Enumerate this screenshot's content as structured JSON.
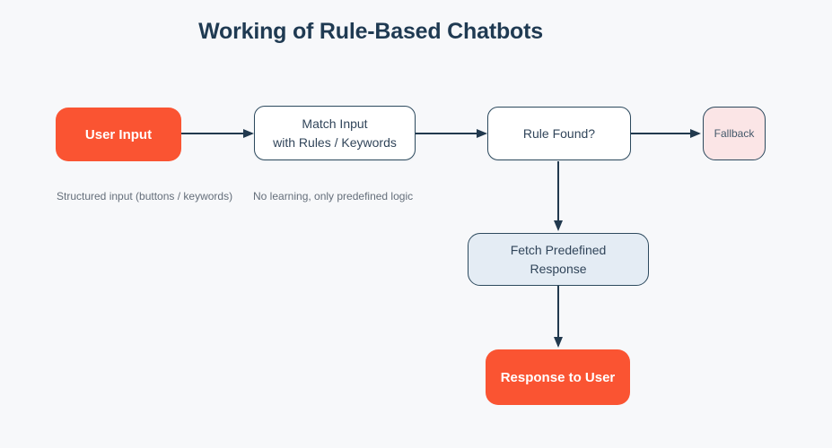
{
  "title": "Working of Rule-Based Chatbots",
  "nodes": {
    "user_input": {
      "label": "User Input"
    },
    "match_input": {
      "line1": "Match Input",
      "line2": "with Rules / Keywords"
    },
    "rule_found": {
      "label": "Rule Found?"
    },
    "fallback": {
      "label": "Fallback"
    },
    "fetch_response": {
      "line1": "Fetch Predefined",
      "line2": "Response"
    },
    "response_user": {
      "label": "Response to User"
    }
  },
  "annotations": {
    "input_note": "Structured input (buttons / keywords)",
    "logic_note": "No learning, only predefined logic"
  },
  "edges": [
    {
      "from": "user_input",
      "to": "match_input"
    },
    {
      "from": "match_input",
      "to": "rule_found"
    },
    {
      "from": "rule_found",
      "to": "fallback"
    },
    {
      "from": "rule_found",
      "to": "fetch_response"
    },
    {
      "from": "fetch_response",
      "to": "response_user"
    }
  ],
  "colors": {
    "background": "#f7f8fa",
    "title_text": "#1f3a52",
    "accent_orange": "#fa5432",
    "fallback_pink": "#fbe5e6",
    "fetch_blue": "#e4ecf4",
    "node_border": "#2d4a5e",
    "node_text": "#31455a",
    "arrow": "#21394e",
    "annotation_text": "#646e7a"
  }
}
